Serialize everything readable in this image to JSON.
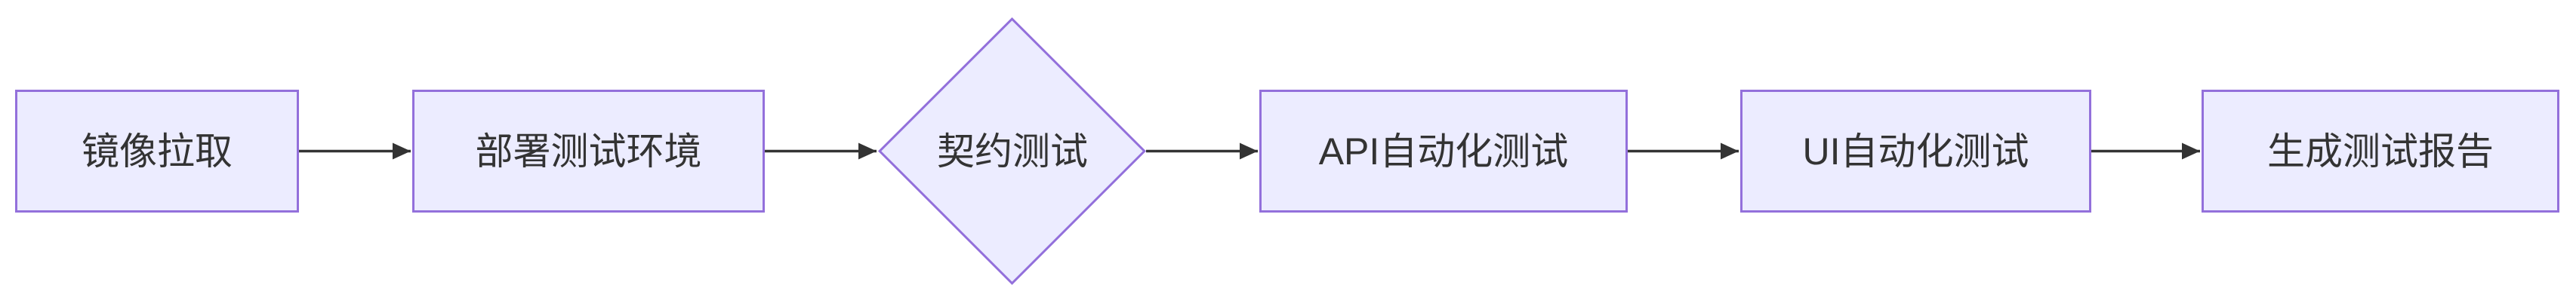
{
  "diagram": {
    "type": "flowchart",
    "direction": "left-to-right",
    "colors": {
      "background": "#ffffff",
      "node_fill": "#ECECFF",
      "node_border": "#9370DB",
      "node_text": "#333333",
      "arrow": "#333333"
    },
    "nodes": [
      {
        "id": "image-pull",
        "shape": "rectangle",
        "label": "镜像拉取"
      },
      {
        "id": "deploy-test-env",
        "shape": "rectangle",
        "label": "部署测试环境"
      },
      {
        "id": "contract-test",
        "shape": "diamond",
        "label": "契约测试"
      },
      {
        "id": "api-automation-test",
        "shape": "rectangle",
        "label": "API自动化测试"
      },
      {
        "id": "ui-automation-test",
        "shape": "rectangle",
        "label": "UI自动化测试"
      },
      {
        "id": "generate-test-report",
        "shape": "rectangle",
        "label": "生成测试报告"
      }
    ],
    "edges": [
      {
        "from": "image-pull",
        "to": "deploy-test-env"
      },
      {
        "from": "deploy-test-env",
        "to": "contract-test"
      },
      {
        "from": "contract-test",
        "to": "api-automation-test"
      },
      {
        "from": "api-automation-test",
        "to": "ui-automation-test"
      },
      {
        "from": "ui-automation-test",
        "to": "generate-test-report"
      }
    ]
  }
}
